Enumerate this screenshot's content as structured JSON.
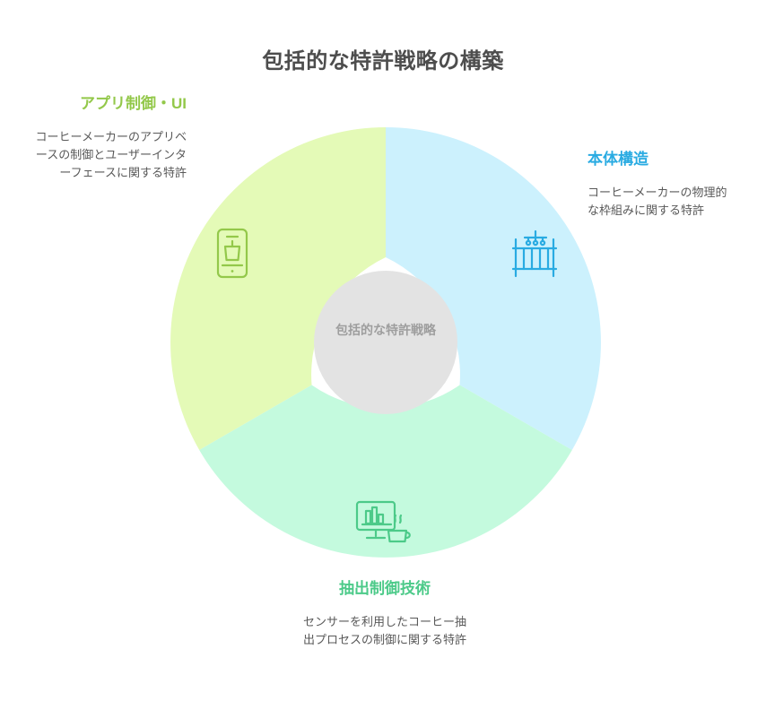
{
  "page": {
    "title": "包括的な特許戦略の構築",
    "background": "#ffffff"
  },
  "center": {
    "label": "包括的な特許戦略",
    "fill": "#e3e3e3",
    "text_color": "#9e9e9e"
  },
  "segments": [
    {
      "id": "app-control-ui",
      "title": "アプリ制御・UI",
      "description": "コーヒーメーカーのアプリベースの制御とユーザーインターフェースに関する特許",
      "color": "#93c84a",
      "band_color": "#e4fab7",
      "icon": "smartphone-coffee-icon",
      "position": "left"
    },
    {
      "id": "body-structure",
      "title": "本体構造",
      "description": "コーヒーメーカーの物理的な枠組みに関する特許",
      "color": "#29abe2",
      "band_color": "#ccf1fd",
      "icon": "frame-structure-icon",
      "position": "right"
    },
    {
      "id": "extraction-control",
      "title": "抽出制御技術",
      "description": "センサーを利用したコーヒー抽出プロセスの制御に関する特許",
      "color": "#4cca89",
      "band_color": "#c4fade",
      "icon": "monitor-chart-coffee-icon",
      "position": "bottom"
    }
  ],
  "chart_data": {
    "type": "pie",
    "title": "包括的な特許戦略の構築",
    "subtype": "donut-with-inward-arrows",
    "center_label": "包括的な特許戦略",
    "categories": [
      "アプリ制御・UI",
      "本体構造",
      "抽出制御技術"
    ],
    "values": [
      33.3,
      33.3,
      33.3
    ],
    "colors": [
      "#e4fab7",
      "#ccf1fd",
      "#c4fade"
    ],
    "legend": "outer callouts",
    "annotations": [
      "コーヒーメーカーのアプリベースの制御とユーザーインターフェースに関する特許",
      "コーヒーメーカーの物理的な枠組みに関する特許",
      "センサーを利用したコーヒー抽出プロセスの制御に関する特許"
    ]
  }
}
